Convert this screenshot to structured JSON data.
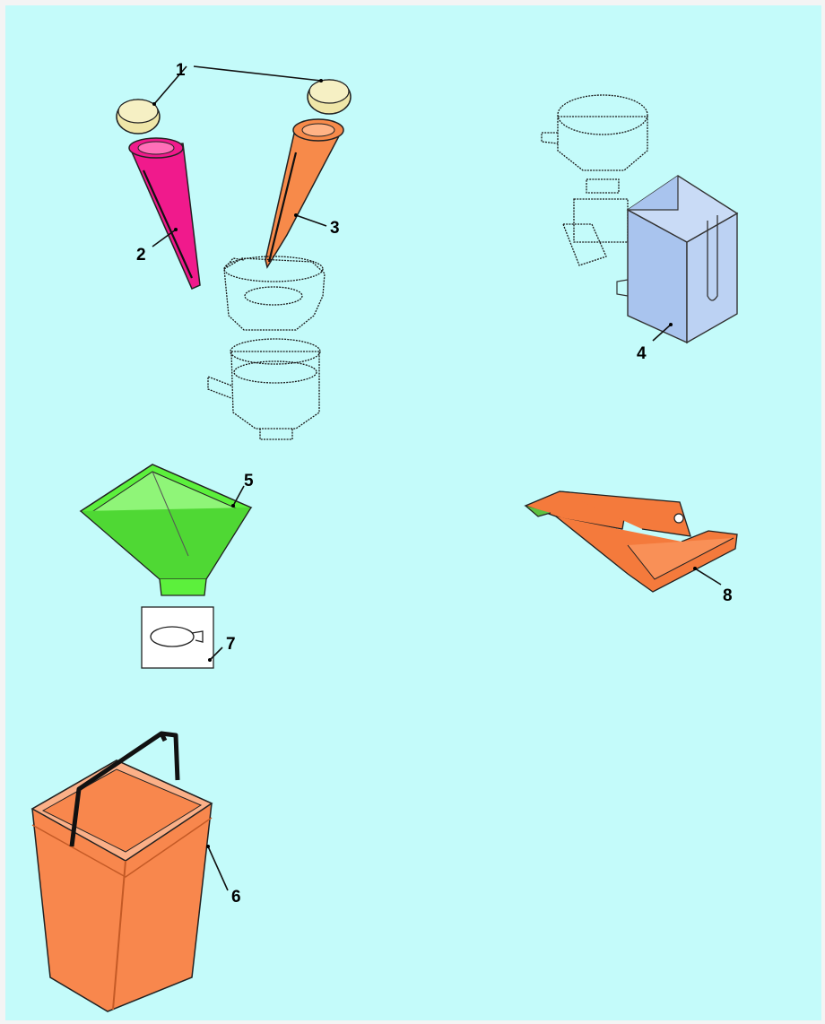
{
  "colors": {
    "background": "#c4fbfa",
    "border": "#f4f4f4",
    "cap": "#efe6a8",
    "funnel_pink": "#f01a8c",
    "funnel_orange": "#f78a4a",
    "guard_blue": "#a9c4ee",
    "hopper_green": "#5cf03c",
    "bucket_orange": "#f8874d",
    "tray_orange": "#f47a3c"
  },
  "callouts": [
    {
      "id": "1",
      "text": "1",
      "part": "caps"
    },
    {
      "id": "2",
      "text": "2",
      "part": "pink-funnel"
    },
    {
      "id": "3",
      "text": "3",
      "part": "orange-funnel"
    },
    {
      "id": "4",
      "text": "4",
      "part": "blue-guard"
    },
    {
      "id": "5",
      "text": "5",
      "part": "green-hopper"
    },
    {
      "id": "6",
      "text": "6",
      "part": "orange-bucket"
    },
    {
      "id": "7",
      "text": "7",
      "part": "clamp-ring"
    },
    {
      "id": "8",
      "text": "8",
      "part": "orange-tray"
    }
  ]
}
